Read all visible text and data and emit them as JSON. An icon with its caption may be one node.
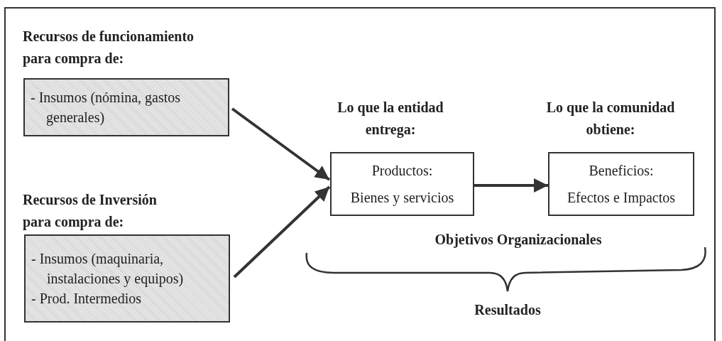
{
  "diagram": {
    "nodes": [
      {
        "text": [
          "Recursos de funcionamiento para compra de:",
          "- Insumos (nómina, gastos generales)"
        ]
      },
      {
        "text": [
          "Recursos de Inversión para compra de:",
          "- Insumos (maquinaria, instalaciones y equipos)",
          "- Prod. Intermedios"
        ]
      },
      {
        "text": [
          "Lo que la entidad entrega:",
          "Productos:",
          "Bienes y servicios"
        ]
      },
      {
        "text": [
          "Lo que la comunidad obtiene:",
          "Beneficios:",
          "Efectos e Impactos"
        ]
      }
    ],
    "edges": [
      {
        "from": 0,
        "to": 2,
        "arrow": "to"
      },
      {
        "from": 1,
        "to": 2,
        "arrow": "to"
      },
      {
        "from": 2,
        "to": 3,
        "arrow": "to"
      }
    ],
    "labels": [
      "Objetivos Organizacionales",
      "Resultados"
    ]
  }
}
